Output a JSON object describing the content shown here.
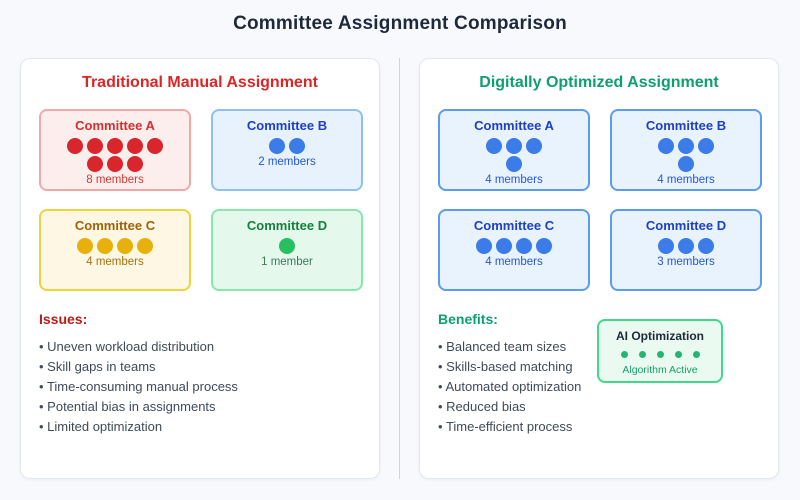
{
  "page": {
    "title": "Committee Assignment Comparison"
  },
  "colors": {
    "page_bg": "#f7f9fc",
    "panel_border": "#e2e8f0",
    "divider": "#cbd5e1",
    "bullet_text": "#3f4a5a"
  },
  "panels": [
    {
      "title": "Traditional Manual Assignment",
      "title_color": "#dc2626",
      "committees": [
        {
          "name": "Committee A",
          "members_label": "8 members",
          "member_count": 8,
          "dot_rows": [
            5,
            3
          ],
          "bg": "#fdeeee",
          "border": "#f1a8a8",
          "title_color": "#d32f2f",
          "dot_color": "#d9262c",
          "text_color": "#cf3b33"
        },
        {
          "name": "Committee B",
          "members_label": "2 members",
          "member_count": 2,
          "dot_rows": [
            2
          ],
          "bg": "#e7f2fd",
          "border": "#8ec1f2",
          "title_color": "#1e40c7",
          "dot_color": "#3b7ce8",
          "text_color": "#2458d6"
        },
        {
          "name": "Committee C",
          "members_label": "4 members",
          "member_count": 4,
          "dot_rows": [
            4
          ],
          "bg": "#fdf7e3",
          "border": "#f0d23c",
          "title_color": "#a16207",
          "dot_color": "#e8b00c",
          "text_color": "#a8720e"
        },
        {
          "name": "Committee D",
          "members_label": "1 member",
          "member_count": 1,
          "dot_rows": [
            1
          ],
          "bg": "#e4f8ec",
          "border": "#86e8ab",
          "title_color": "#15803d",
          "dot_color": "#27c060",
          "text_color": "#3d7a57"
        }
      ],
      "list": {
        "heading": "Issues:",
        "heading_color": "#b91c1c",
        "items": [
          "Uneven workload distribution",
          "Skill gaps in teams",
          "Time-consuming manual process",
          "Potential bias in assignments",
          "Limited optimization"
        ]
      }
    },
    {
      "title": "Digitally Optimized Assignment",
      "title_color": "#0e9f6e",
      "committees": [
        {
          "name": "Committee A",
          "members_label": "4 members",
          "member_count": 4,
          "dot_rows": [
            3,
            1
          ],
          "bg": "#e9f3fd",
          "border": "#5b9cf0",
          "title_color": "#1e40c7",
          "dot_color": "#3b7ce8",
          "text_color": "#2458d6"
        },
        {
          "name": "Committee B",
          "members_label": "4 members",
          "member_count": 4,
          "dot_rows": [
            3,
            1
          ],
          "bg": "#e9f3fd",
          "border": "#5b9cf0",
          "title_color": "#1e40c7",
          "dot_color": "#3b7ce8",
          "text_color": "#2458d6"
        },
        {
          "name": "Committee C",
          "members_label": "4 members",
          "member_count": 4,
          "dot_rows": [
            4
          ],
          "bg": "#e9f3fd",
          "border": "#5b9cf0",
          "title_color": "#1e40c7",
          "dot_color": "#3b7ce8",
          "text_color": "#2458d6"
        },
        {
          "name": "Committee D",
          "members_label": "3 members",
          "member_count": 3,
          "dot_rows": [
            3
          ],
          "bg": "#e9f3fd",
          "border": "#5b9cf0",
          "title_color": "#1e40c7",
          "dot_color": "#3b7ce8",
          "text_color": "#2458d6"
        }
      ],
      "list": {
        "heading": "Benefits:",
        "heading_color": "#0e9f6e",
        "items": [
          "Balanced team sizes",
          "Skills-based matching",
          "Automated optimization",
          "Reduced bias",
          "Time-efficient process"
        ]
      },
      "ai_box": {
        "title": "AI Optimization",
        "status": "Algorithm Active",
        "dot_count": 5,
        "bg": "#eafaf1",
        "border": "#41d98b",
        "dot_color": "#22b573",
        "status_color": "#17a06a"
      }
    }
  ]
}
